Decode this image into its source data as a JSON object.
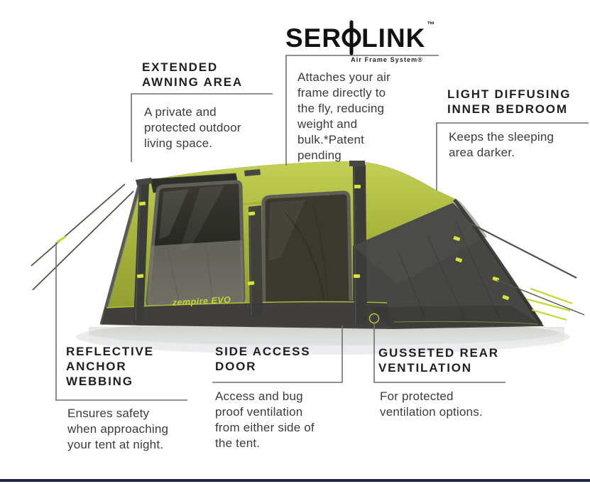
{
  "logo": {
    "brand_prefix": "SER",
    "brand_suffix": "LINK",
    "trademark": "™",
    "tagline": "Air Frame System®"
  },
  "callouts": {
    "sero_note": {
      "body": "Attaches your air frame directly to the fly, reducing weight and bulk.*Patent pending"
    },
    "extended_awning": {
      "title": "EXTENDED AWNING AREA",
      "body": "A private and protected outdoor living space."
    },
    "light_diffusing": {
      "title": "LIGHT DIFFUSING INNER BEDROOM",
      "body": "Keeps the sleeping area darker."
    },
    "reflective_webbing": {
      "title": "REFLECTIVE ANCHOR WEBBING",
      "body": "Ensures safety when approaching your tent at night."
    },
    "side_access_door": {
      "title": "SIDE ACCESS DOOR",
      "body": "Access and bug proof ventilation from either side of the tent."
    },
    "gusseted_rear_vent": {
      "title": "GUSSETED REAR VENTILATION",
      "body": "For protected ventilation options."
    }
  },
  "tent": {
    "brand_label": "zempire EVO"
  },
  "colors": {
    "tent_green": "#a7b43b",
    "tent_dark_gray": "#464644",
    "accent_lime": "#d7e338",
    "heading_text": "#1f1f1f",
    "body_text": "#3b3b3b",
    "callout_line": "#6f6f6f",
    "footer_bar": "#1b2742"
  }
}
